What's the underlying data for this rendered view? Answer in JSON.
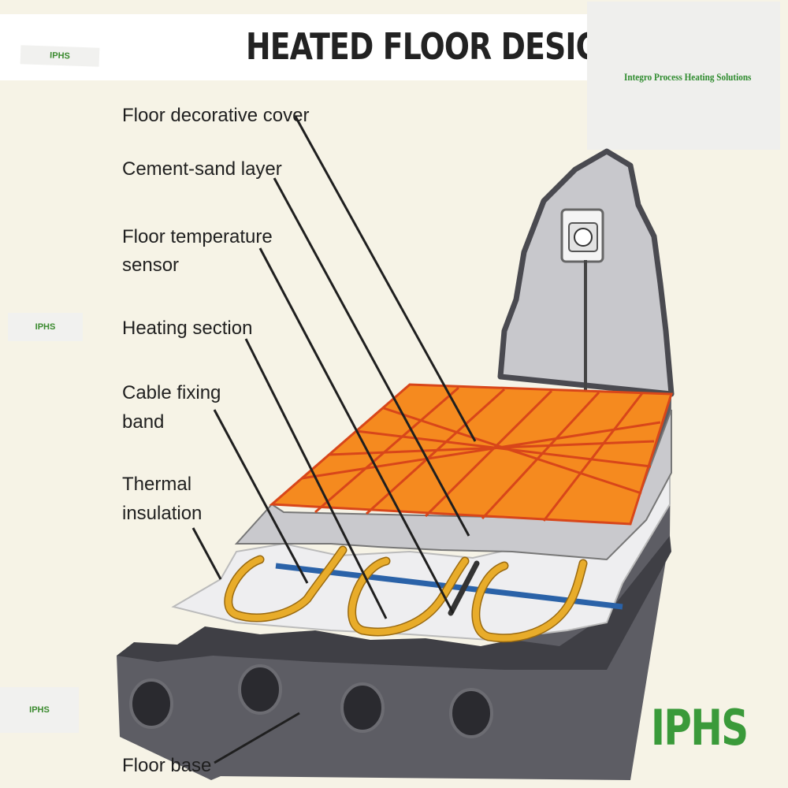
{
  "title": "HEATED FLOOR DESIGN",
  "brand": {
    "company": "Integro Process Heating Solutions",
    "watermark": "IPHS",
    "logo": "IPHS"
  },
  "labels": {
    "floor_cover": "Floor decorative cover",
    "cement_sand": "Cement-sand layer",
    "sensor_line1": "Floor temperature",
    "sensor_line2": "sensor",
    "heating_section": "Heating section",
    "fixing_line1": "Cable fixing",
    "fixing_line2": "band",
    "insulation_line1": "Thermal",
    "insulation_line2": "insulation",
    "floor_base": "Floor base"
  },
  "colors": {
    "tile": "#f58a1f",
    "grout": "#d8461a",
    "cable": "#e8ac2a",
    "band": "#2a62a8",
    "concrete": "#5f5f66",
    "logo_green": "#3a9a3a"
  }
}
